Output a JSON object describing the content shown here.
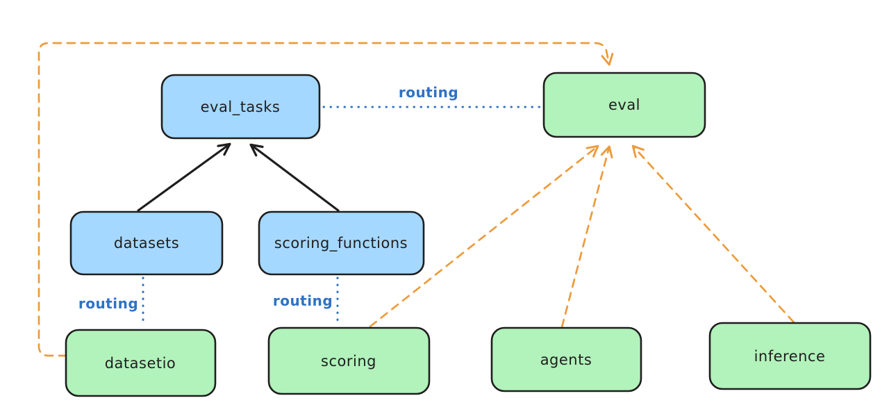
{
  "diagram": {
    "background": "#ffffff",
    "colors": {
      "api_fill_blue": "#a5d8ff",
      "provider_fill_green": "#b2f2bb",
      "box_stroke": "#1e1e1e",
      "routing_blue": "#2f72c4",
      "orange_dashed": "#ec9b3b"
    },
    "nodes": [
      {
        "id": "eval_tasks",
        "label": "eval_tasks",
        "fill": "#a5d8ff"
      },
      {
        "id": "eval",
        "label": "eval",
        "fill": "#b2f2bb"
      },
      {
        "id": "datasets",
        "label": "datasets",
        "fill": "#a5d8ff"
      },
      {
        "id": "scoring_functions",
        "label": "scoring_functions",
        "fill": "#a5d8ff"
      },
      {
        "id": "datasetio",
        "label": "datasetio",
        "fill": "#b2f2bb"
      },
      {
        "id": "scoring",
        "label": "scoring",
        "fill": "#b2f2bb"
      },
      {
        "id": "agents",
        "label": "agents",
        "fill": "#b2f2bb"
      },
      {
        "id": "inference",
        "label": "inference",
        "fill": "#b2f2bb"
      }
    ],
    "edges": [
      {
        "from": "datasets",
        "to": "eval_tasks",
        "style": "solid-black-arrow"
      },
      {
        "from": "scoring_functions",
        "to": "eval_tasks",
        "style": "solid-black-arrow"
      },
      {
        "from": "eval_tasks",
        "to": "eval",
        "style": "dotted-blue",
        "label": "routing"
      },
      {
        "from": "datasets",
        "to": "datasetio",
        "style": "dotted-blue",
        "label": "routing"
      },
      {
        "from": "scoring_functions",
        "to": "scoring",
        "style": "dotted-blue",
        "label": "routing"
      },
      {
        "from": "datasetio",
        "to": "eval",
        "style": "dashed-orange-arrow"
      },
      {
        "from": "scoring",
        "to": "eval",
        "style": "dashed-orange-arrow"
      },
      {
        "from": "agents",
        "to": "eval",
        "style": "dashed-orange-arrow"
      },
      {
        "from": "inference",
        "to": "eval",
        "style": "dashed-orange-arrow"
      }
    ]
  }
}
